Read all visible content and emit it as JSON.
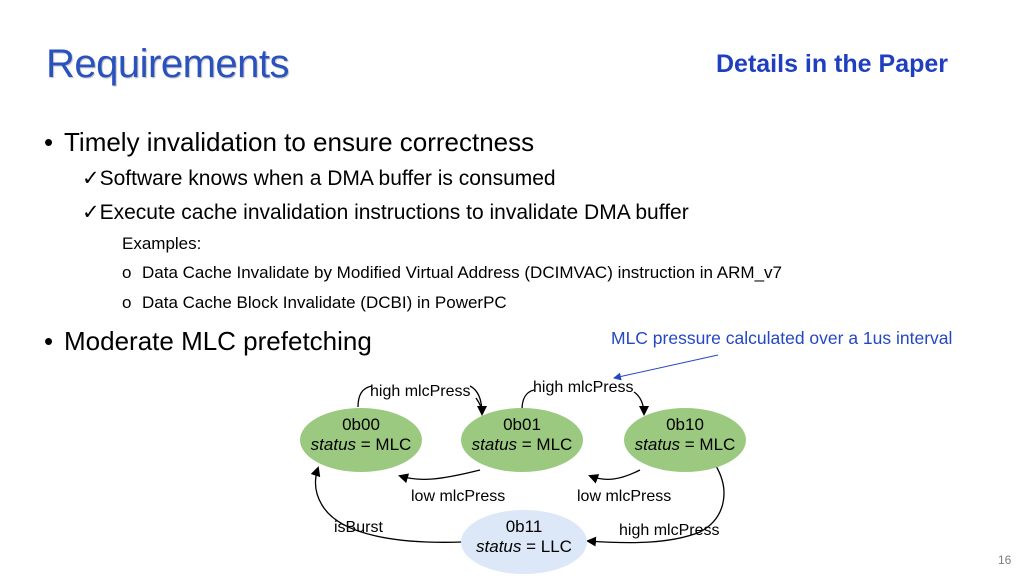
{
  "header": {
    "title": "Requirements",
    "details_link": "Details in the Paper"
  },
  "bullets": {
    "timely": {
      "marker": "•",
      "text": "Timely invalidation to ensure correctness",
      "sub1": "✓Software knows when a DMA buffer is consumed",
      "sub2": "✓Execute cache invalidation instructions to invalidate DMA buffer",
      "examples_label": "Examples:",
      "example_marker": "o",
      "example1": "Data Cache Invalidate by Modified Virtual Address (DCIMVAC) instruction in ARM_v7",
      "example2": "Data Cache Block Invalidate (DCBI) in PowerPC"
    },
    "moderate": {
      "marker": "•",
      "text": "Moderate MLC prefetching"
    }
  },
  "annotation": "MLC pressure calculated over a 1us interval",
  "diagram": {
    "states": [
      {
        "id": "0b00",
        "status_word": "status",
        "status_value": "= MLC",
        "color": "#9bc97f"
      },
      {
        "id": "0b01",
        "status_word": "status",
        "status_value": "= MLC",
        "color": "#9bc97f"
      },
      {
        "id": "0b10",
        "status_word": "status",
        "status_value": "= MLC",
        "color": "#9bc97f"
      },
      {
        "id": "0b11",
        "status_word": "status",
        "status_value": "= LLC",
        "color": "#dce8f8"
      }
    ],
    "edge_labels": {
      "high_left": "high mlcPress",
      "high_right": "high mlcPress",
      "low_left": "low mlcPress",
      "low_right": "low mlcPress",
      "isburst": "isBurst",
      "high_bottom": "high mlcPress"
    }
  },
  "page_number": "16"
}
